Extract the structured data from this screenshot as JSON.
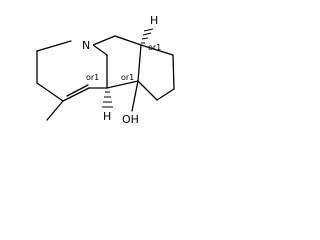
{
  "structure": {
    "atoms": {
      "nitrogen": "N",
      "hydroxyl": "OH",
      "h_top": "H",
      "h_bottom": "H"
    },
    "stereo_labels": {
      "or1_left": "or1",
      "or1_center": "or1",
      "or1_right": "or1"
    }
  }
}
